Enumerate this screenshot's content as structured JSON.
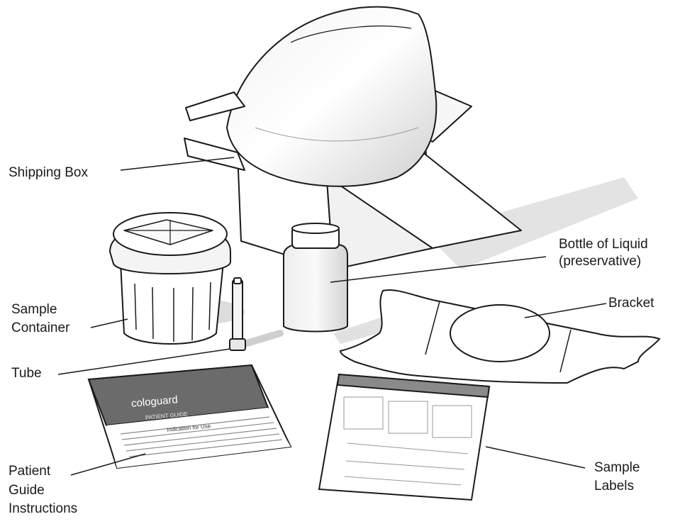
{
  "labels": {
    "shipping_box": "Shipping Box",
    "bottle_line1": "Bottle of Liquid",
    "bottle_line2": "(preservative)",
    "bracket": "Bracket",
    "sample_container_line1": "Sample",
    "sample_container_line2": "Container",
    "tube": "Tube",
    "patient_guide_line1": "Patient",
    "patient_guide_line2": "Guide",
    "patient_guide_line3": "Instructions",
    "sample_labels_line1": "Sample",
    "sample_labels_line2": "Labels"
  },
  "guide_booklet": {
    "brand": "cologuard",
    "subtitle": "PATIENT GUIDE",
    "heading": "Indication for Use"
  },
  "colors": {
    "line": "#1a1a1a",
    "booklet_header": "#6b6b6b",
    "shadow": "#d9d9d9"
  }
}
